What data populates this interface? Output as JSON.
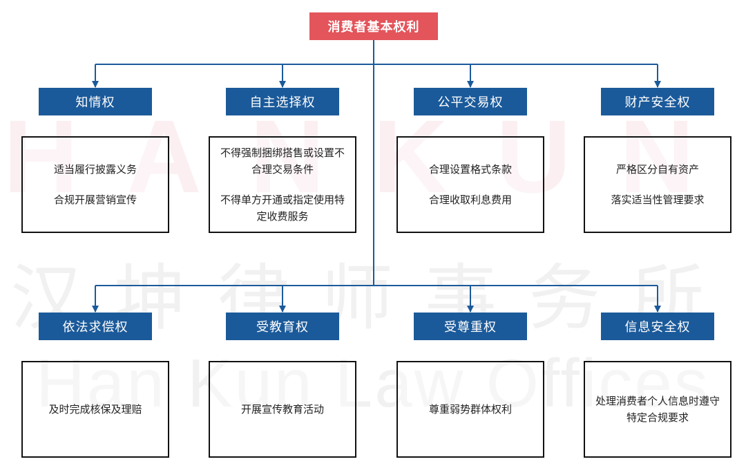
{
  "watermark": {
    "latin": "HANKUN",
    "chinese": "汉坤律师事务所",
    "english": "Han Kun Law Offices"
  },
  "root": {
    "label": "消费者基本权利"
  },
  "colors": {
    "root": "#e3545b",
    "category": "#1b5a9a",
    "connector": "#1b5a9a"
  },
  "rows": [
    {
      "categories": [
        {
          "label": "知情权",
          "items": [
            "适当履行披露义务",
            "合规开展营销宣传"
          ]
        },
        {
          "label": "自主选择权",
          "items": [
            "不得强制捆绑搭售或设置不合理交易条件",
            "不得单方开通或指定使用特定收费服务"
          ]
        },
        {
          "label": "公平交易权",
          "items": [
            "合理设置格式条款",
            "合理收取利息费用"
          ]
        },
        {
          "label": "财产安全权",
          "items": [
            "严格区分自有资产",
            "落实适当性管理要求"
          ]
        }
      ]
    },
    {
      "categories": [
        {
          "label": "依法求偿权",
          "items": [
            "及时完成核保及理赔"
          ]
        },
        {
          "label": "受教育权",
          "items": [
            "开展宣传教育活动"
          ]
        },
        {
          "label": "受尊重权",
          "items": [
            "尊重弱势群体权利"
          ]
        },
        {
          "label": "信息安全权",
          "items": [
            "处理消费者个人信息时遵守特定合规要求"
          ]
        }
      ]
    }
  ]
}
